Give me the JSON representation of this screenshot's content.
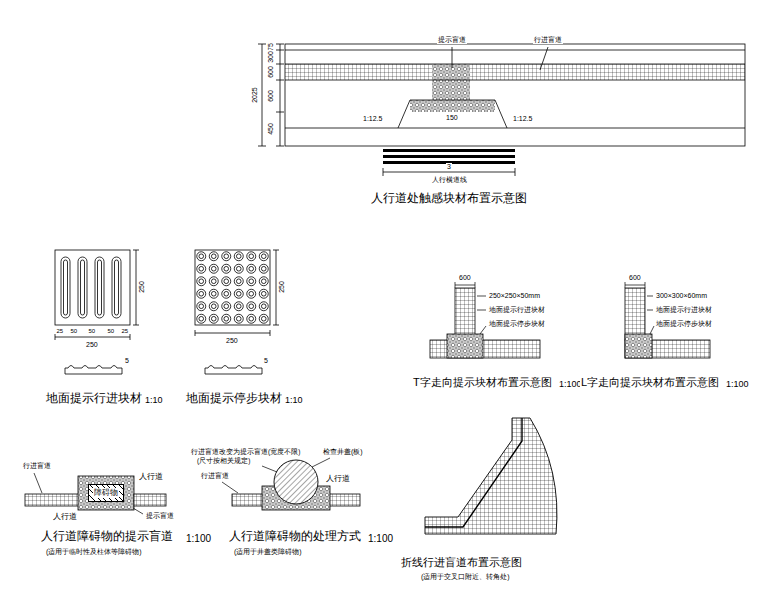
{
  "diagram": {
    "nodes": [
      {
        "text": [
          "障碍物"
        ]
      }
    ],
    "labels": [
      "提示盲道",
      "行进盲道",
      "75",
      "300",
      "600",
      "600",
      "450",
      "2025",
      "1:12.5",
      "1:12.5",
      "150",
      "3",
      "人行横道线",
      "人行道处触感块材布置示意图",
      "25",
      "50",
      "50",
      "50",
      "25",
      "250",
      "250",
      "5",
      "地面提示行进块材",
      "1:10",
      "250",
      "250",
      "5",
      "地面提示停步块材",
      "1:10",
      "600",
      "250×250×50mm",
      "地面提示行进块材",
      "地面提示停步块材",
      "T字走向提示块材布置示意图",
      "1:100",
      "600",
      "300×300×60mm",
      "地面提示行进块材",
      "地面提示停步块材",
      "L字走向提示块材布置示意图",
      "1:100",
      "行进盲道",
      "人行道",
      "人行道",
      "提示盲道",
      "人行道障碍物的提示盲道",
      "1:100",
      "(适用于临时性及柱体等障碍物)",
      "行进盲道改变为提示盲道(宽度不限)",
      "(尺寸按相关规定)",
      "行进盲道",
      "检查井盖(板)",
      "人行道",
      "人行道障碍物的处理方式",
      "1:100",
      "(适用于井盖类障碍物)",
      "折线行进盲道布置示意图",
      "(适用于交叉口附近、转角处)"
    ]
  }
}
